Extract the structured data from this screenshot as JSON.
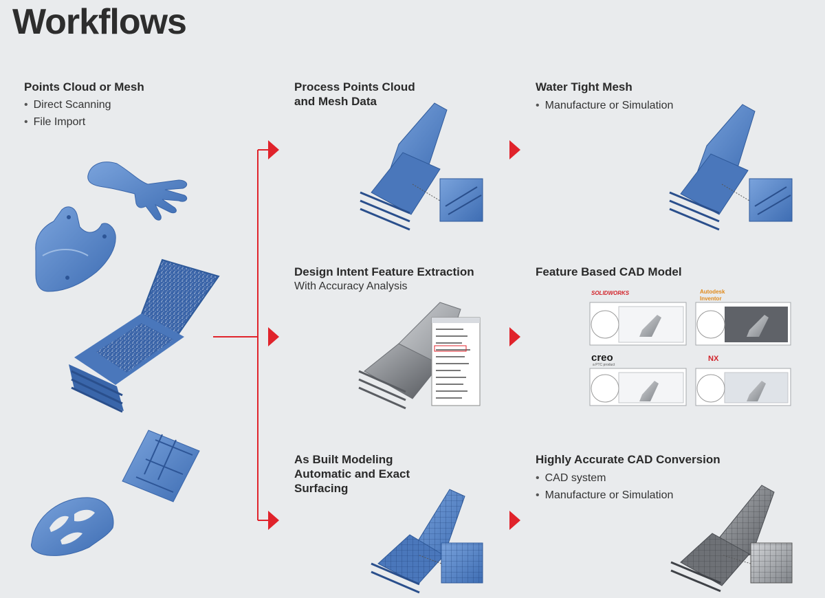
{
  "title": "Workflows",
  "input": {
    "heading": "Points Cloud or Mesh",
    "bullets": [
      "Direct Scanning",
      "File Import"
    ]
  },
  "steps": [
    {
      "heading": "Process Points Cloud and Mesh Data",
      "sub": ""
    },
    {
      "heading": "Design Intent Feature Extraction",
      "sub": "With Accuracy Analysis"
    },
    {
      "heading": "As Built Modeling Automatic and Exact Surfacing",
      "sub": ""
    }
  ],
  "outputs": [
    {
      "heading": "Water Tight Mesh",
      "bullets": [
        "Manufacture or Simulation"
      ]
    },
    {
      "heading": "Feature Based CAD Model",
      "bullets": []
    },
    {
      "heading": "Highly Accurate CAD Conversion",
      "bullets": [
        "CAD system",
        "Manufacture or Simulation"
      ]
    }
  ],
  "cad_logos": {
    "solidworks": "SOLIDWORKS",
    "autodesk": "Autodesk",
    "inventor": "Inventor",
    "creo": "creo",
    "ptc": "a PTC product",
    "nx": "NX"
  },
  "colors": {
    "arrow": "#e0232b",
    "part": "#4f7fc4",
    "part_dark": "#2f5a9a",
    "grey_part": "#8a8d92",
    "background": "#e9ebed"
  }
}
